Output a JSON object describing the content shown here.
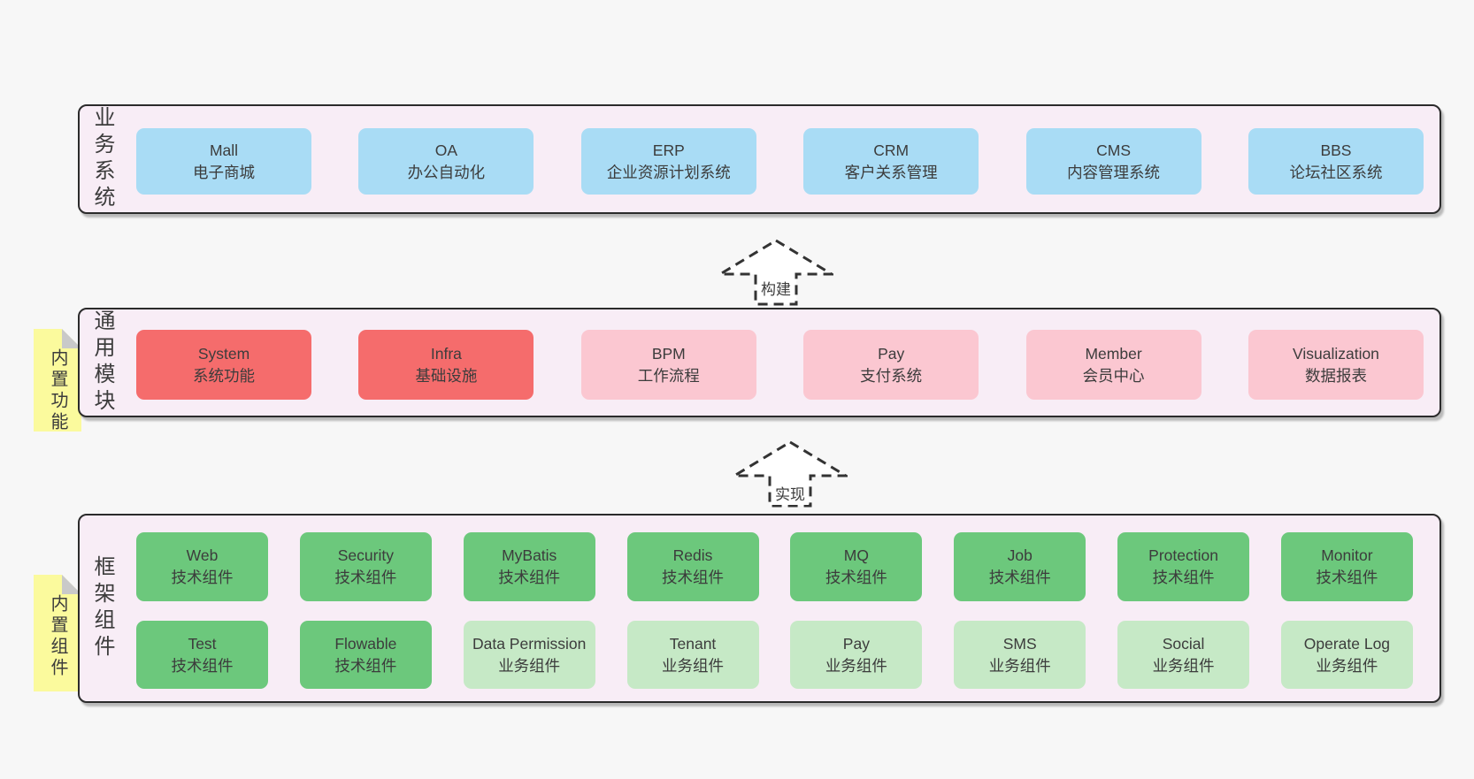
{
  "palette": {
    "page_bg": "#f7f7f7",
    "band_bg": "#f8edf6",
    "band_border": "#2b2b2b",
    "blue": "#a9dcf5",
    "red": "#f56c6c",
    "pink": "#fbc7d1",
    "green": "#6cc87c",
    "light_green": "#c6e9c6",
    "sticky_yellow": "#fbfa9d",
    "sticky_fold": "#c9c9c9",
    "text": "#3c3c3c",
    "arrow": "#333333"
  },
  "arrows": [
    {
      "label": "构建"
    },
    {
      "label": "实现"
    }
  ],
  "bands": [
    {
      "label": "业务系统",
      "boxes": [
        {
          "name": "Mall",
          "desc": "电子商城",
          "variant": "blue"
        },
        {
          "name": "OA",
          "desc": "办公自动化",
          "variant": "blue"
        },
        {
          "name": "ERP",
          "desc": "企业资源计划系统",
          "variant": "blue"
        },
        {
          "name": "CRM",
          "desc": "客户关系管理",
          "variant": "blue"
        },
        {
          "name": "CMS",
          "desc": "内容管理系统",
          "variant": "blue"
        },
        {
          "name": "BBS",
          "desc": "论坛社区系统",
          "variant": "blue"
        }
      ]
    },
    {
      "label": "通用模块",
      "sticky": "内置功能",
      "boxes": [
        {
          "name": "System",
          "desc": "系统功能",
          "variant": "red"
        },
        {
          "name": "Infra",
          "desc": "基础设施",
          "variant": "red"
        },
        {
          "name": "BPM",
          "desc": "工作流程",
          "variant": "pink"
        },
        {
          "name": "Pay",
          "desc": "支付系统",
          "variant": "pink"
        },
        {
          "name": "Member",
          "desc": "会员中心",
          "variant": "pink"
        },
        {
          "name": "Visualization",
          "desc": "数据报表",
          "variant": "pink"
        }
      ]
    },
    {
      "label": "框架组件",
      "sticky": "内置组件",
      "rows": [
        {
          "boxes": [
            {
              "name": "Web",
              "desc": "技术组件",
              "variant": "green"
            },
            {
              "name": "Security",
              "desc": "技术组件",
              "variant": "green"
            },
            {
              "name": "MyBatis",
              "desc": "技术组件",
              "variant": "green"
            },
            {
              "name": "Redis",
              "desc": "技术组件",
              "variant": "green"
            },
            {
              "name": "MQ",
              "desc": "技术组件",
              "variant": "green"
            },
            {
              "name": "Job",
              "desc": "技术组件",
              "variant": "green"
            },
            {
              "name": "Protection",
              "desc": "技术组件",
              "variant": "green"
            },
            {
              "name": "Monitor",
              "desc": "技术组件",
              "variant": "green"
            }
          ]
        },
        {
          "boxes": [
            {
              "name": "Test",
              "desc": "技术组件",
              "variant": "green"
            },
            {
              "name": "Flowable",
              "desc": "技术组件",
              "variant": "green"
            },
            {
              "name": "Data Permission",
              "desc": "业务组件",
              "variant": "lightgreen"
            },
            {
              "name": "Tenant",
              "desc": "业务组件",
              "variant": "lightgreen"
            },
            {
              "name": "Pay",
              "desc": "业务组件",
              "variant": "lightgreen"
            },
            {
              "name": "SMS",
              "desc": "业务组件",
              "variant": "lightgreen"
            },
            {
              "name": "Social",
              "desc": "业务组件",
              "variant": "lightgreen"
            },
            {
              "name": "Operate Log",
              "desc": "业务组件",
              "variant": "lightgreen"
            }
          ]
        }
      ]
    }
  ]
}
